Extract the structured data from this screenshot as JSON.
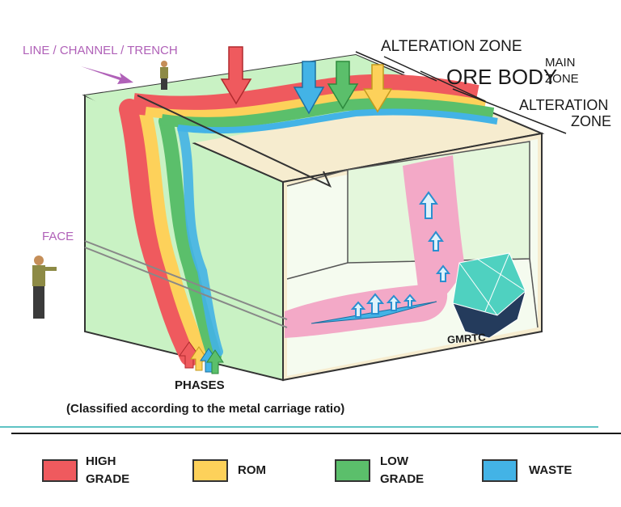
{
  "labels": {
    "line_channel_trench": "LINE / CHANNEL / TRENCH",
    "alteration_zone_top": "ALTERATION ZONE",
    "ore_body": "ORE BODY",
    "main": "MAIN",
    "zone": "ZONE",
    "alteration": "ALTERATION",
    "alteration_zone_word": "ZONE",
    "face": "FACE",
    "phases": "PHASES",
    "caption": "(Classified according to the metal carriage ratio)",
    "logo": "GMRTC"
  },
  "legend": [
    {
      "line1": "HIGH",
      "line2": "GRADE",
      "color": "#ef5a5e"
    },
    {
      "line1": "ROM",
      "line2": "",
      "color": "#fdd15a"
    },
    {
      "line1": "LOW",
      "line2": "GRADE",
      "color": "#5bbf6b"
    },
    {
      "line1": "WASTE",
      "line2": "",
      "color": "#43b3e6"
    }
  ],
  "colors": {
    "high_grade": "#ef5a5e",
    "rom": "#fdd15a",
    "low_grade": "#5bbf6b",
    "waste": "#43b3e6",
    "alteration": "#f3a9c7",
    "block_green": "#c9f2c4",
    "block_tan": "#f6eccf",
    "divider": "#5fc3c4",
    "purple_text": "#b061b8"
  }
}
